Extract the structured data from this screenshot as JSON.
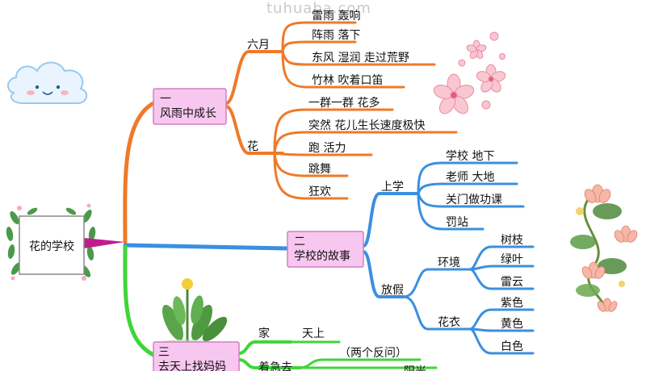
{
  "watermark": "tuhuaba.com",
  "root": {
    "label": "花的学校"
  },
  "colors": {
    "orange": "#ef7a28",
    "blue": "#3b8fe0",
    "green": "#3fd638",
    "magenta": "#c21b8e",
    "node_fill": "#f8c7ef",
    "node_stroke": "#d27fc4"
  },
  "branches": {
    "b1": {
      "label": "一\n风雨中成长",
      "sub1": {
        "label": "六月",
        "items": [
          "雷雨 轰响",
          "阵雨 落下",
          "东风 湿润 走过荒野",
          "竹林 吹着口笛"
        ]
      },
      "sub2": {
        "label": "花",
        "items": [
          "一群一群 花多",
          "突然 花儿生长速度极快",
          "跑 活力",
          "跳舞",
          "狂欢"
        ]
      }
    },
    "b2": {
      "label": "二\n学校的故事",
      "sub1": {
        "label": "上学",
        "items": [
          "学校 地下",
          "老师 大地",
          "关门做功课",
          "罚站"
        ]
      },
      "sub2": {
        "label": "放假",
        "env": {
          "label": "环境",
          "items": [
            "树枝",
            "绿叶",
            "雷云"
          ]
        },
        "clothes": {
          "label": "花衣",
          "items": [
            "紫色",
            "黄色",
            "白色"
          ]
        }
      }
    },
    "b3": {
      "label": "三\n去天上找妈妈",
      "sub1": {
        "label": "家",
        "items": [
          "天上"
        ]
      },
      "sub2": {
        "label": "着急去",
        "items": [
          "（两个反问）",
          "阳光"
        ]
      }
    }
  }
}
